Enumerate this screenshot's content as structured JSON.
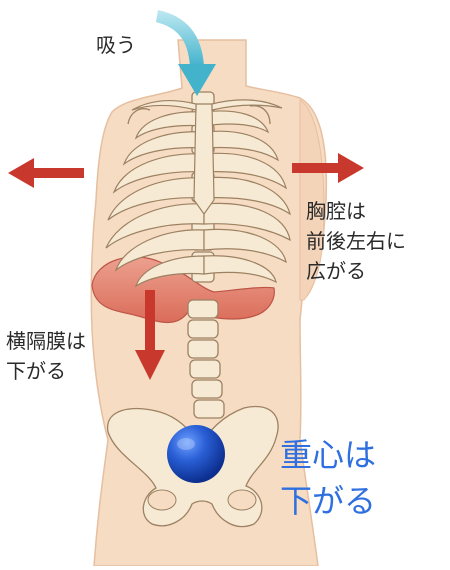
{
  "labels": {
    "inhale": "吸う",
    "chest": [
      "胸腔は",
      "前後左右に",
      "広がる"
    ],
    "diaphragm": [
      "横隔膜は",
      "下がる"
    ],
    "center_of_gravity": [
      "重心は",
      "下がる"
    ]
  },
  "colors": {
    "skin": "#f6dcc3",
    "skin_outline": "#e6bfa0",
    "bone": "#f7ead4",
    "bone_outline": "#9c8162",
    "diaphragm": "#e58878",
    "arrow_red": "#c8382d",
    "arrow_teal": "#5bbfd3",
    "ball_blue": "#1f53c9",
    "text_blue": "#2f6fe0"
  },
  "icons": {
    "inhale_arrow": "down-curved-arrow-icon",
    "expand_left": "left-arrow-icon",
    "expand_right": "right-arrow-icon",
    "diaphragm_down": "down-arrow-icon",
    "center_of_gravity": "blue-ball-icon"
  }
}
